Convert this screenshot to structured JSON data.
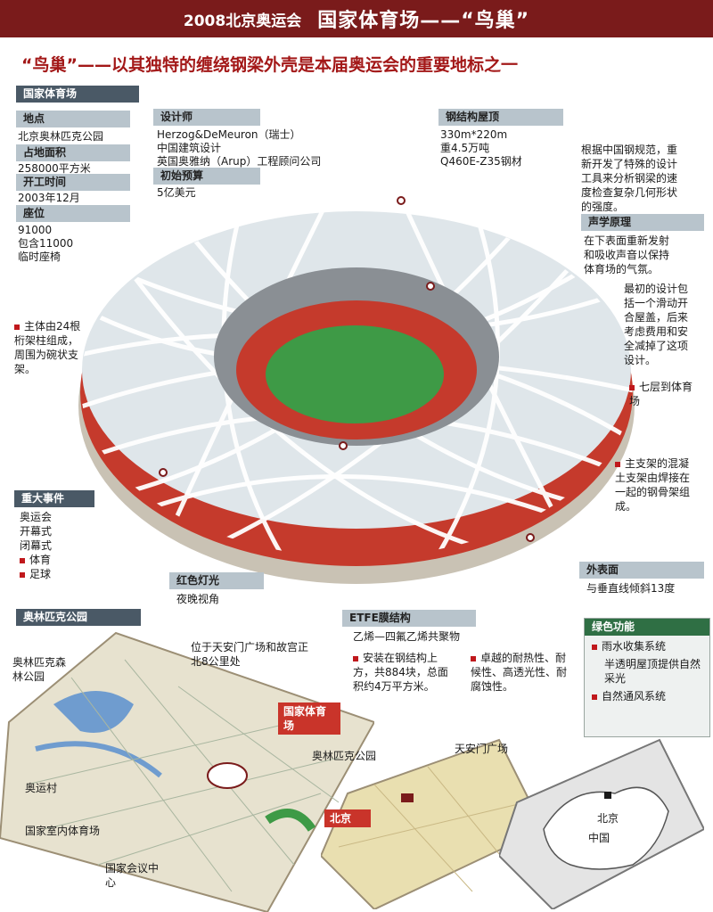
{
  "banner": {
    "left": "2008北京奥运会",
    "right": "国家体育场——“鸟巢”"
  },
  "subtitle": "“鸟巢”——以其独特的缠绕钢梁外壳是本届奥运会的重要地标之一",
  "info": {
    "header": "国家体育场",
    "location_label": "地点",
    "location_value": "北京奥林匹克公园",
    "area_label": "占地面积",
    "area_value": "258000平方米",
    "start_label": "开工时间",
    "start_value": "2003年12月",
    "seats_label": "座位",
    "seats_value_1": "91000",
    "seats_value_2": "包含11000",
    "seats_value_3": "临时座椅"
  },
  "designer": {
    "label": "设计师",
    "line1": "Herzog&DeMeuron（瑞士）",
    "line2": "中国建筑设计",
    "line3": "英国奥雅纳（Arup）工程顾问公司",
    "budget_label": "初始预算",
    "budget_value": "5亿美元"
  },
  "roof": {
    "label": "钢结构屋顶",
    "line1": "330m*220m",
    "line2": "重4.5万吨",
    "line3": "Q460E-Z35钢材"
  },
  "right_notes": {
    "steel_spec": "根据中国钢规范，重新开发了特殊的设计工具来分析钢梁的速度检查复杂几何形状的强度。",
    "acoustic_label": "声学原理",
    "acoustic_text": "在下表面重新发射和吸收声音以保持体育场的气氛。",
    "roof_note": "最初的设计包括一个滑动开合屋盖，后来考虑费用和安全减掉了这项设计。",
    "floors": "七层到体育场",
    "frame": "主支架的混凝土支架由焊接在一起的钢骨架组成。",
    "surface_label": "外表面",
    "surface_text": "与垂直线倾斜13度"
  },
  "left_notes": {
    "structure": "主体由24根桁架柱组成，周围为碗状支架。",
    "events_label": "重大事件",
    "events": [
      "奥运会",
      "开幕式",
      "闭幕式",
      "体育",
      "足球"
    ]
  },
  "red_light": {
    "label": "红色灯光",
    "text": "夜晚视角"
  },
  "etfe": {
    "label": "ETFE膜结构",
    "material": "乙烯—四氟乙烯共聚物",
    "note1": "安装在钢结构上方，共884块，总面积约4万平方米。",
    "note2": "卓越的耐热性、耐候性、高透光性、耐腐蚀性。"
  },
  "green": {
    "label": "绿色功能",
    "items": [
      "雨水收集系统",
      "半透明屋顶提供自然采光",
      "自然通风系统"
    ]
  },
  "park": {
    "header": "奥林匹克公园",
    "forest": "奥林匹克森林公园",
    "distance": "位于天安门广场和故宫正北8公里处",
    "stadium_tag": "国家体育场",
    "village": "奥运村",
    "indoor": "国家室内体育场",
    "conference": "国家会议中心"
  },
  "beijing": {
    "park": "奥林匹克公园",
    "square": "天安门广场",
    "tag": "北京"
  },
  "china": {
    "beijing": "北京",
    "china": "中国"
  },
  "colors": {
    "banner": "#7a1b1b",
    "accent": "#c0181c",
    "header_bar": "#4a5966",
    "green": "#2f6f44"
  }
}
